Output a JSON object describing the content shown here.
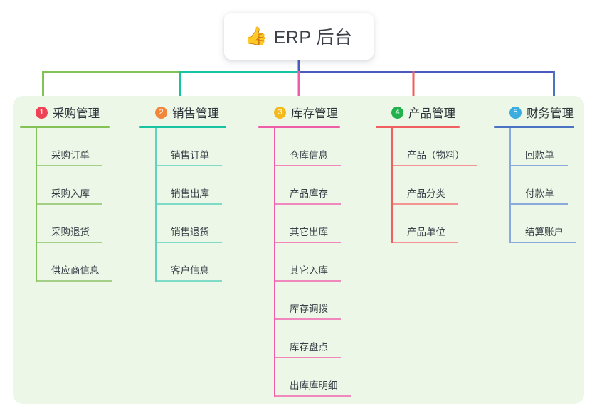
{
  "diagram": {
    "type": "mind-map",
    "background_color": "#ffffff",
    "panel_color": "#edf7e8",
    "root": {
      "icon": "thumbs-up-icon",
      "icon_glyph": "👍",
      "title": "ERP 后台",
      "card_color": "#ffffff",
      "stem_color": "#4a5bc0"
    },
    "trunk": {
      "left_segment_color": "#82c256",
      "mid_segment_color": "#17c3a2",
      "right_segment_color": "#4a5bc0"
    },
    "branches": [
      {
        "number": "1",
        "label": "采购管理",
        "badge_color": "#ef4255",
        "line_color": "#82c256",
        "drop_color": "#82c256",
        "items": [
          "采购订单",
          "采购入库",
          "采购退货",
          "供应商信息"
        ]
      },
      {
        "number": "2",
        "label": "销售管理",
        "badge_color": "#f2873a",
        "line_color": "#17c3a2",
        "drop_color": "#17c3a2",
        "items": [
          "销售订单",
          "销售出库",
          "销售退货",
          "客户信息"
        ]
      },
      {
        "number": "3",
        "label": "库存管理",
        "badge_color": "#f5b919",
        "line_color": "#ef5da8",
        "drop_color": "#ef5da8",
        "items": [
          "仓库信息",
          "产品库存",
          "其它出库",
          "其它入库",
          "库存调拨",
          "库存盘点",
          "出库库明细"
        ]
      },
      {
        "number": "4",
        "label": "产品管理",
        "badge_color": "#22b14c",
        "line_color": "#f1605f",
        "drop_color": "#f1605f",
        "items": [
          "产品（物料）",
          "产品分类",
          "产品单位"
        ]
      },
      {
        "number": "5",
        "label": "财务管理",
        "badge_color": "#3bacdf",
        "line_color": "#4a73c4",
        "drop_color": "#4a73c4",
        "items": [
          "回款单",
          "付款单",
          "结算账户"
        ]
      }
    ]
  }
}
